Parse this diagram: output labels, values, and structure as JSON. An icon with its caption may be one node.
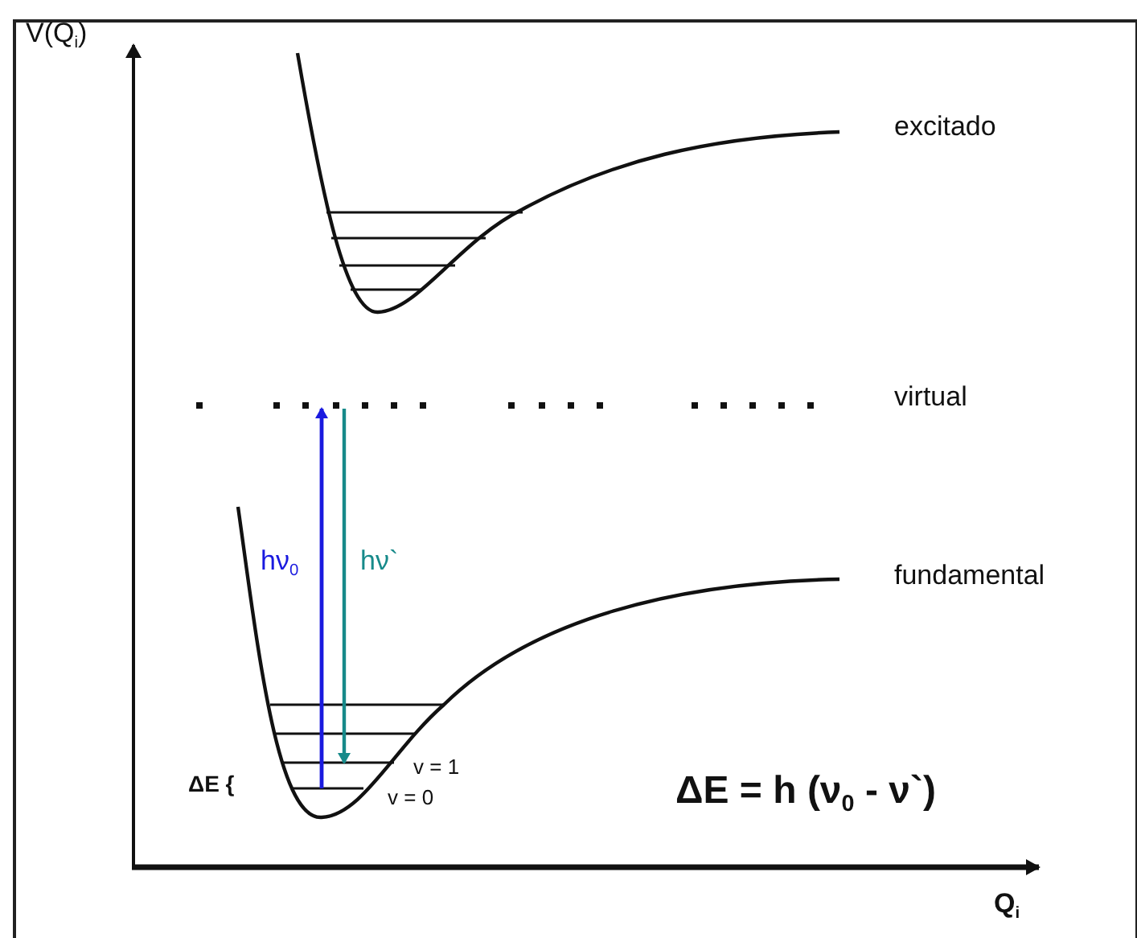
{
  "diagram": {
    "labels": [
      "V(Q$_{i}$)",
      "excitado",
      "virtual",
      "hν$_{0}$",
      "hν`",
      "fundamental",
      "ΔE {",
      "v = 1",
      "v = 0",
      "ΔE = h (ν$_{0}$ - ν`)",
      "Q$_{i}$"
    ]
  }
}
